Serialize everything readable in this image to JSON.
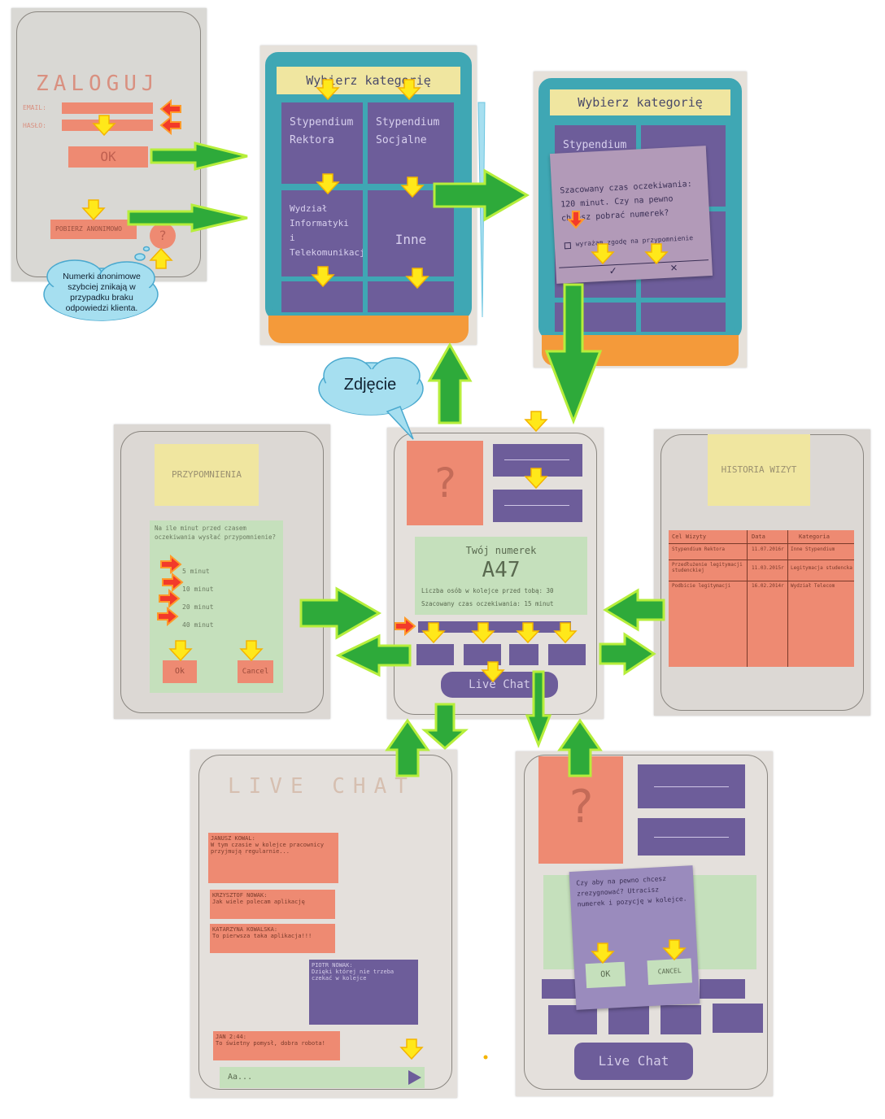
{
  "login": {
    "title": "ZALOGUJ",
    "email_label": "EMAIL:",
    "password_label": "HASŁO:",
    "ok_label": "OK",
    "anon_button_label": "POBIERZ ANONIMOWO",
    "help_symbol": "?"
  },
  "anon_note": "Numerki anonimowe szybciej znikają w przypadku braku odpowiedzi klienta.",
  "photo_note": "Zdjęcie",
  "categories": {
    "header": "Wybierz kategorię",
    "items": [
      "Stypendium Rektora",
      "Stypendium Socjalne",
      "Wydział Informatyki i Telekomunikacji",
      "Inne"
    ]
  },
  "confirm_dialog": {
    "header": "Wybierz kategorię",
    "background_cell": "Stypendium",
    "text": "Szacowany czas oczekiwania: 120 minut. Czy na pewno chcesz pobrać numerek?",
    "checkbox_label": "wyrażam zgodę na przypomnienie",
    "accept_symbol": "✓",
    "reject_symbol": "✕"
  },
  "main": {
    "help_symbol": "?",
    "ticket_title": "Twój numerek",
    "ticket_number": "A47",
    "queue_line": "Liczba osób w kolejce przed tobą: 30",
    "wait_line": "Szacowany czas oczekiwania: 15 minut",
    "live_chat_label": "Live Chat"
  },
  "reminder": {
    "title": "PRZYPOMNIENIA",
    "question": "Na ile minut przed czasem oczekiwania wysłać przypomnienie?",
    "options": [
      "5 minut",
      "10 minut",
      "20 minut",
      "40 minut"
    ],
    "ok_label": "Ok",
    "cancel_label": "Cancel"
  },
  "history": {
    "title": "HISTORIA WIZYT",
    "columns": [
      "Cel Wizyty",
      "Data",
      "Kategoria"
    ],
    "rows": [
      [
        "Stypendium Rektora",
        "11.07.2016r",
        "Inne Stypendium"
      ],
      [
        "Przedłużenie legitymacji studenckiej",
        "11.03.2015r",
        "Legitymacja studencka"
      ],
      [
        "Podbicie legitymacji",
        "16.02.2014r",
        "Wydział Telecom"
      ]
    ]
  },
  "chat": {
    "title": "LIVE CHAT",
    "messages": [
      {
        "author": "JANUSZ KOWAL:",
        "text": "W tym czasie w kolejce pracownicy przyjmują regularnie..."
      },
      {
        "author": "KRZYSZTOF NOWAK:",
        "text": "Jak wiele polecam aplikację"
      },
      {
        "author": "KATARZYNA KOWALSKA:",
        "text": "To pierwsza taka aplikacja!!!"
      },
      {
        "author": "PIOTR NOWAK:",
        "text": "Dzięki której nie trzeba czekać w kolejce"
      },
      {
        "author": "JAN 2:44:",
        "text": "To świetny pomysł, dobra robota!"
      }
    ],
    "input_placeholder": "Aa..."
  },
  "cancel_dialog": {
    "text": "Czy aby na pewno chcesz zrezygnować? Utracisz numerek i pozycję w kolejce.",
    "ok_label": "OK",
    "cancel_label": "CANCEL",
    "live_chat_label": "Live Chat"
  },
  "colors": {
    "salmon": "#ee8a72",
    "purple": "#6d5d9a",
    "green_paper": "#c5e0bc",
    "yellow_note": "#f0e6a0",
    "teal": "#3fa7b4",
    "arrow_green": "#2eaa3a",
    "arrow_outline": "#b6ee3b",
    "arrow_yellow": "#ffe81a",
    "arrow_red": "#f23a2a"
  }
}
